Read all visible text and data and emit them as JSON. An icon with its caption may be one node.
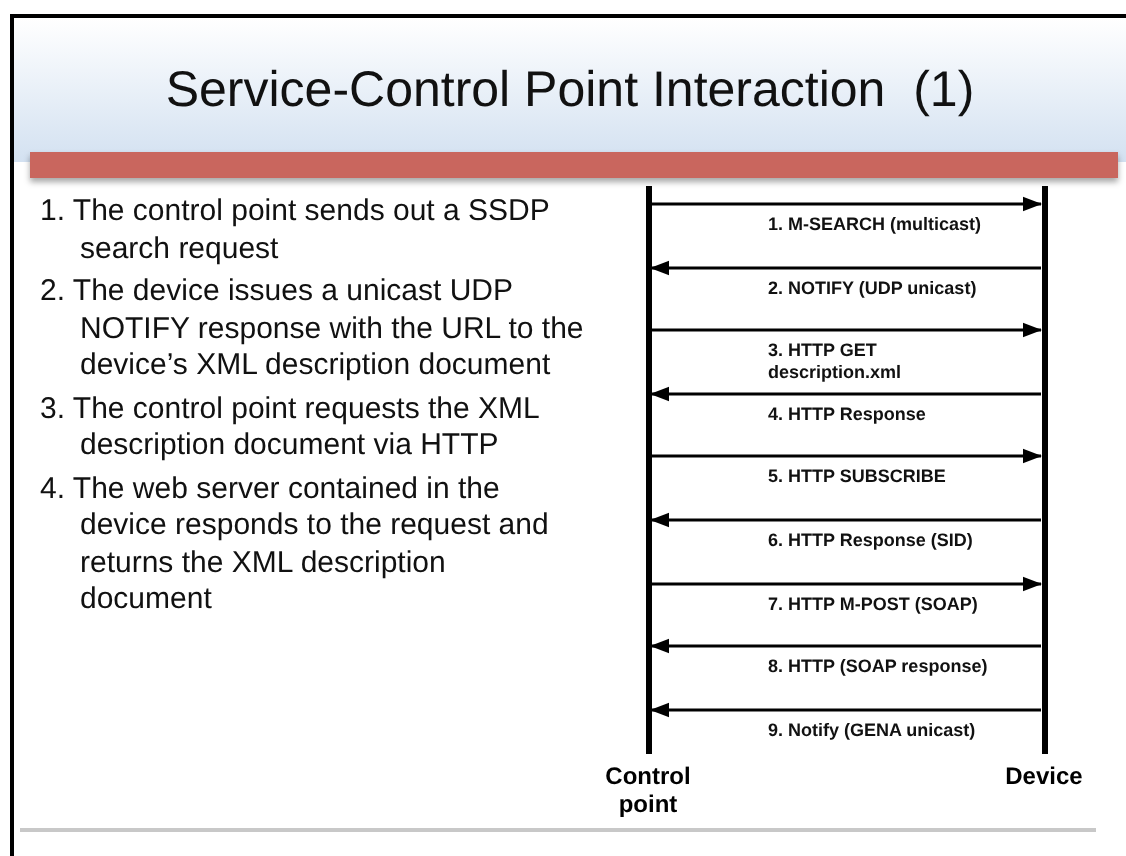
{
  "diagram": {
    "title": "Service-Control Point Interaction  (1)",
    "nodes": [
      {
        "text": [
          "Control point"
        ]
      },
      {
        "text": [
          "Device"
        ]
      }
    ],
    "edges": [
      {
        "from": 0,
        "to": 1,
        "arrow": "to",
        "label": "1. M-SEARCH (multicast)"
      },
      {
        "from": 1,
        "to": 0,
        "arrow": "to",
        "label": "2. NOTIFY (UDP unicast)"
      },
      {
        "from": 0,
        "to": 1,
        "arrow": "to",
        "label": "3. HTTP GET description.xml"
      },
      {
        "from": 1,
        "to": 0,
        "arrow": "to",
        "label": "4. HTTP Response"
      },
      {
        "from": 0,
        "to": 1,
        "arrow": "to",
        "label": "5. HTTP SUBSCRIBE"
      },
      {
        "from": 1,
        "to": 0,
        "arrow": "to",
        "label": "6. HTTP Response (SID)"
      },
      {
        "from": 0,
        "to": 1,
        "arrow": "to",
        "label": "7. HTTP M-POST (SOAP)"
      },
      {
        "from": 1,
        "to": 0,
        "arrow": "to",
        "label": "8. HTTP (SOAP response)"
      },
      {
        "from": 1,
        "to": 0,
        "arrow": "to",
        "label": "9. Notify (GENA unicast)"
      }
    ],
    "labels": [
      "1. The control point sends out a SSDP search request",
      "2. The device issues a unicast UDP NOTIFY response with the URL to the device’s XML description document",
      "3. The control point requests the XML description document via HTTP",
      "4. The web server contained in the device responds to the request and returns the XML description document"
    ]
  }
}
